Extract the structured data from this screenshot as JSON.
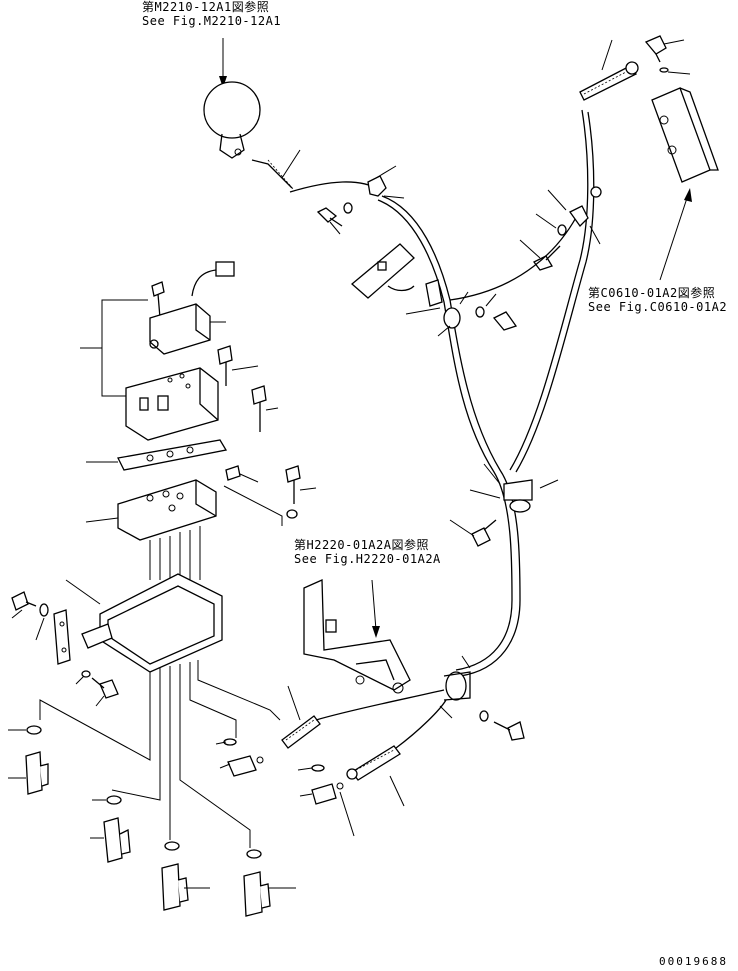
{
  "references": [
    {
      "id": "m2210",
      "line1": "第M2210-12A1図参照",
      "line2": "See Fig.M2210-12A1"
    },
    {
      "id": "c0610",
      "line1": "第C0610-01A2図参照",
      "line2": "See Fig.C0610-01A2"
    },
    {
      "id": "h2220",
      "line1": "第H2220-01A2A図参照",
      "line2": "See Fig.H2220-01A2A"
    }
  ],
  "document_number": "00019688"
}
